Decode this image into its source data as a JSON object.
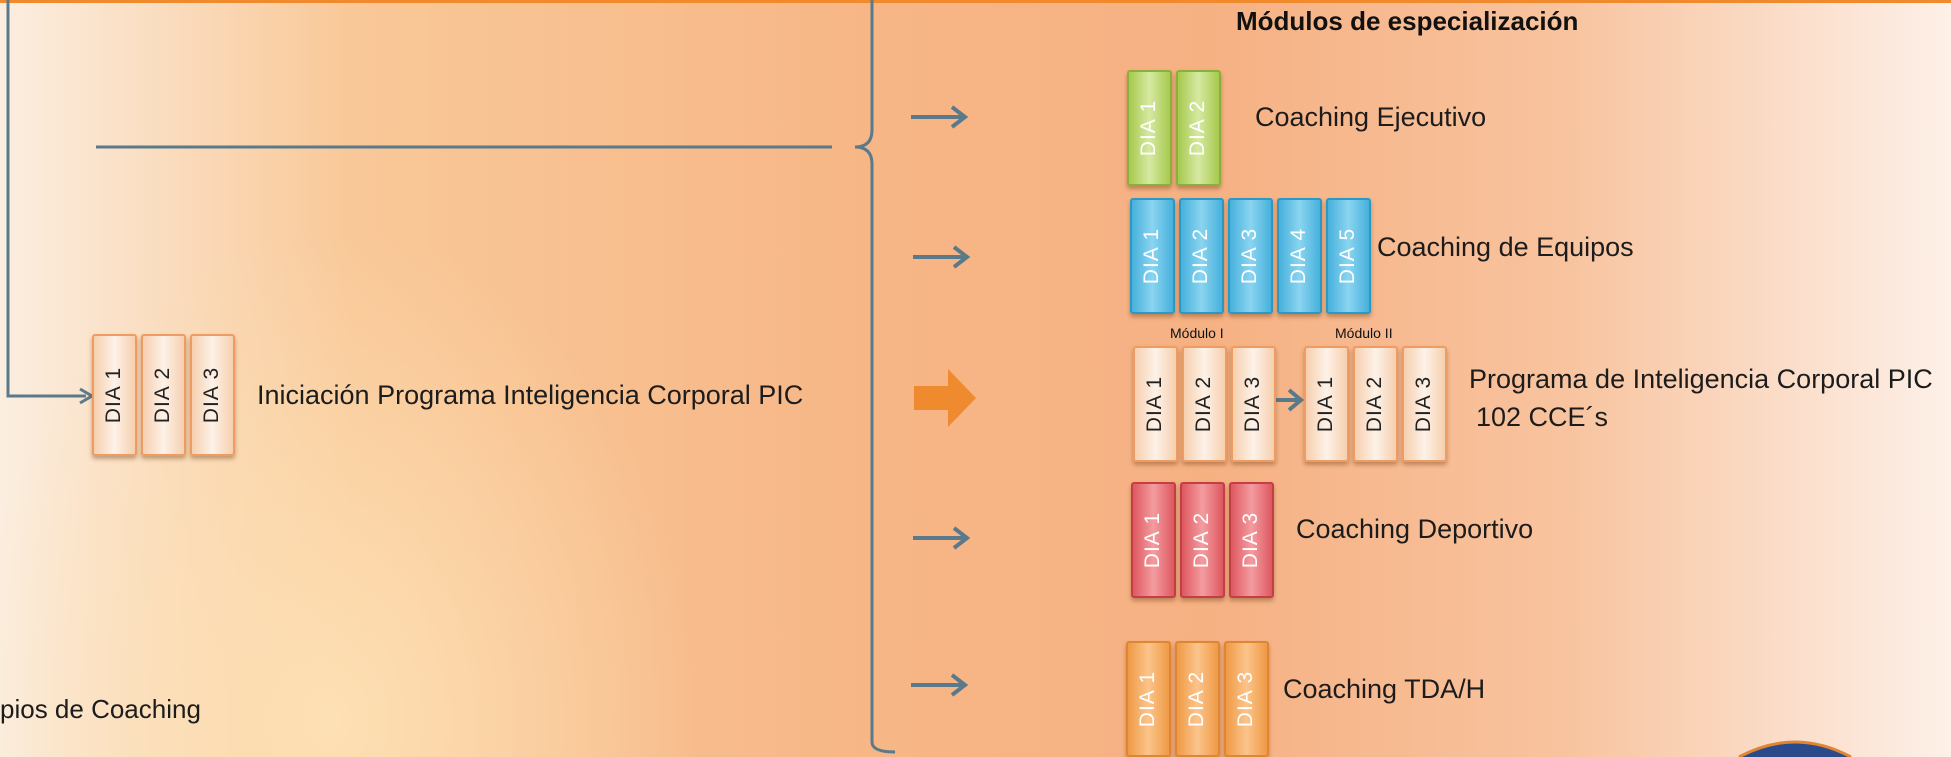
{
  "header": {
    "title": "Módulos de especialización"
  },
  "intro": {
    "label": "Iniciación Programa Inteligencia Corporal  PIC",
    "days": [
      "DIA 1",
      "DIA 2",
      "DIA 3"
    ]
  },
  "bottom_left_text": "pios de Coaching",
  "modules": {
    "ejecutivo": {
      "label": "Coaching Ejecutivo",
      "days": [
        "DIA 1",
        "DIA 2"
      ]
    },
    "equipos": {
      "label": "Coaching de Equipos",
      "days": [
        "DIA 1",
        "DIA 2",
        "DIA 3",
        "DIA 4",
        "DIA 5"
      ]
    },
    "pic": {
      "label_line1": "Programa de Inteligencia Corporal PIC",
      "label_line2": "102 CCE´s",
      "module1": {
        "label": "Módulo I",
        "days": [
          "DIA 1",
          "DIA 2",
          "DIA 3"
        ]
      },
      "module2": {
        "label": "Módulo II",
        "days": [
          "DIA 1",
          "DIA 2",
          "DIA 3"
        ]
      }
    },
    "deportivo": {
      "label": "Coaching Deportivo",
      "days": [
        "DIA 1",
        "DIA 2",
        "DIA 3"
      ]
    },
    "tdah": {
      "label": "Coaching TDA/H",
      "days": [
        "DIA 1",
        "DIA 2",
        "DIA 3"
      ]
    }
  },
  "colors": {
    "line": "#5a7a8c",
    "peach": "#f6cfae",
    "green": "#a6c94e",
    "blue": "#47b1dc",
    "red": "#de5860",
    "orange": "#ef9a45",
    "highlight_arrow": "#ef8a2e"
  }
}
